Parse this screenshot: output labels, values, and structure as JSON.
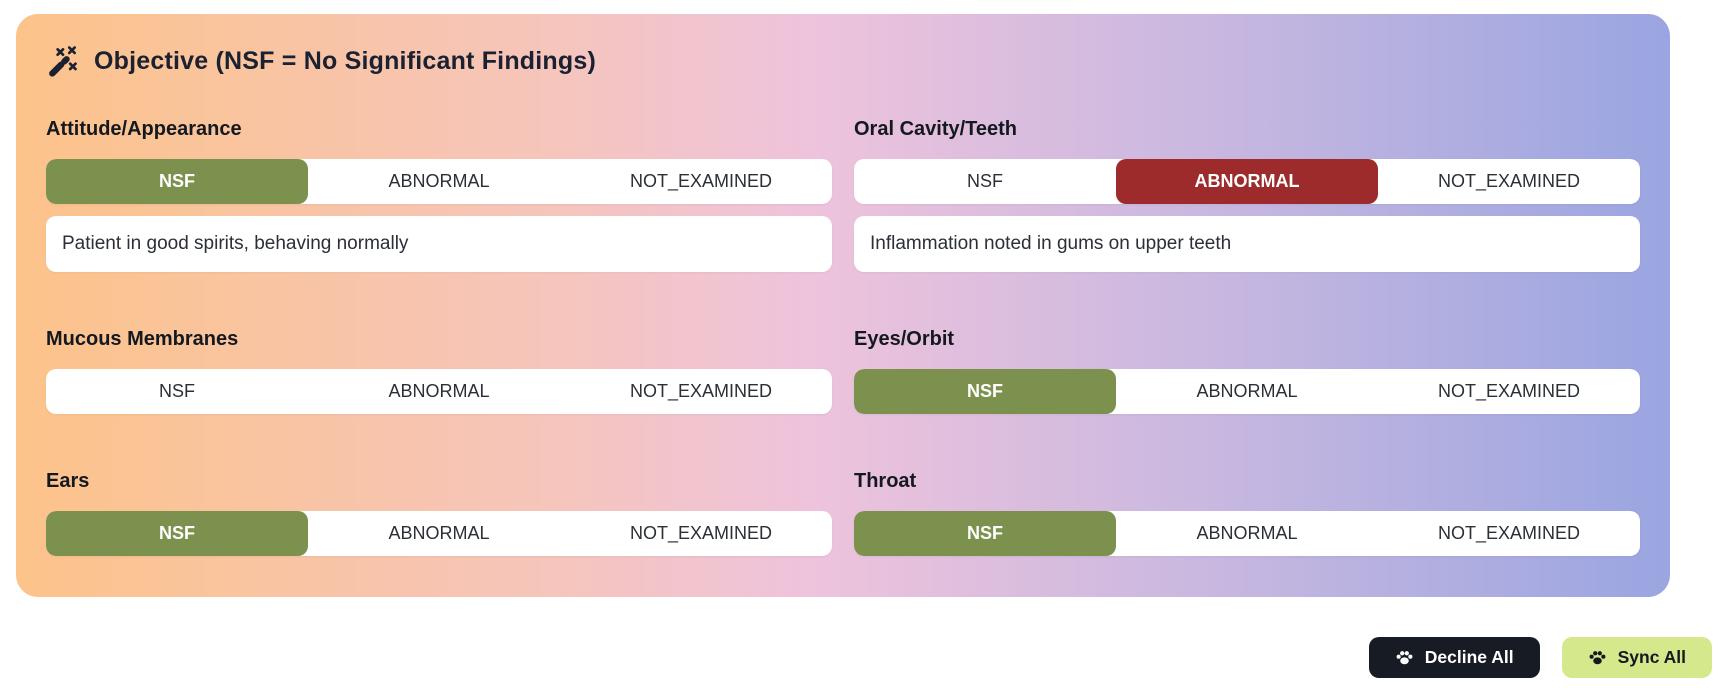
{
  "header": {
    "icon": "wand-magic-sparkles-icon",
    "title": "Objective (NSF = No Significant Findings)"
  },
  "options": [
    "NSF",
    "ABNORMAL",
    "NOT_EXAMINED"
  ],
  "fields": [
    {
      "label": "Attitude/Appearance",
      "selected": "NSF",
      "note": "Patient in good spirits, behaving normally"
    },
    {
      "label": "Oral Cavity/Teeth",
      "selected": "ABNORMAL",
      "note": "Inflammation noted in gums on upper teeth"
    },
    {
      "label": "Mucous Membranes",
      "selected": null
    },
    {
      "label": "Eyes/Orbit",
      "selected": "NSF"
    },
    {
      "label": "Ears",
      "selected": "NSF"
    },
    {
      "label": "Throat",
      "selected": "NSF"
    }
  ],
  "footer": {
    "decline_button": "Decline All",
    "sync_button": "Sync All"
  },
  "colors": {
    "nsf_selected": "#7d914e",
    "abnormal_selected": "#9e2b2b",
    "decline_button_bg": "#161b24",
    "sync_button_bg": "#d6e88c",
    "gradient_left": "#fcc38a",
    "gradient_mid": "#eec3dc",
    "gradient_right": "#9aa5e1"
  }
}
